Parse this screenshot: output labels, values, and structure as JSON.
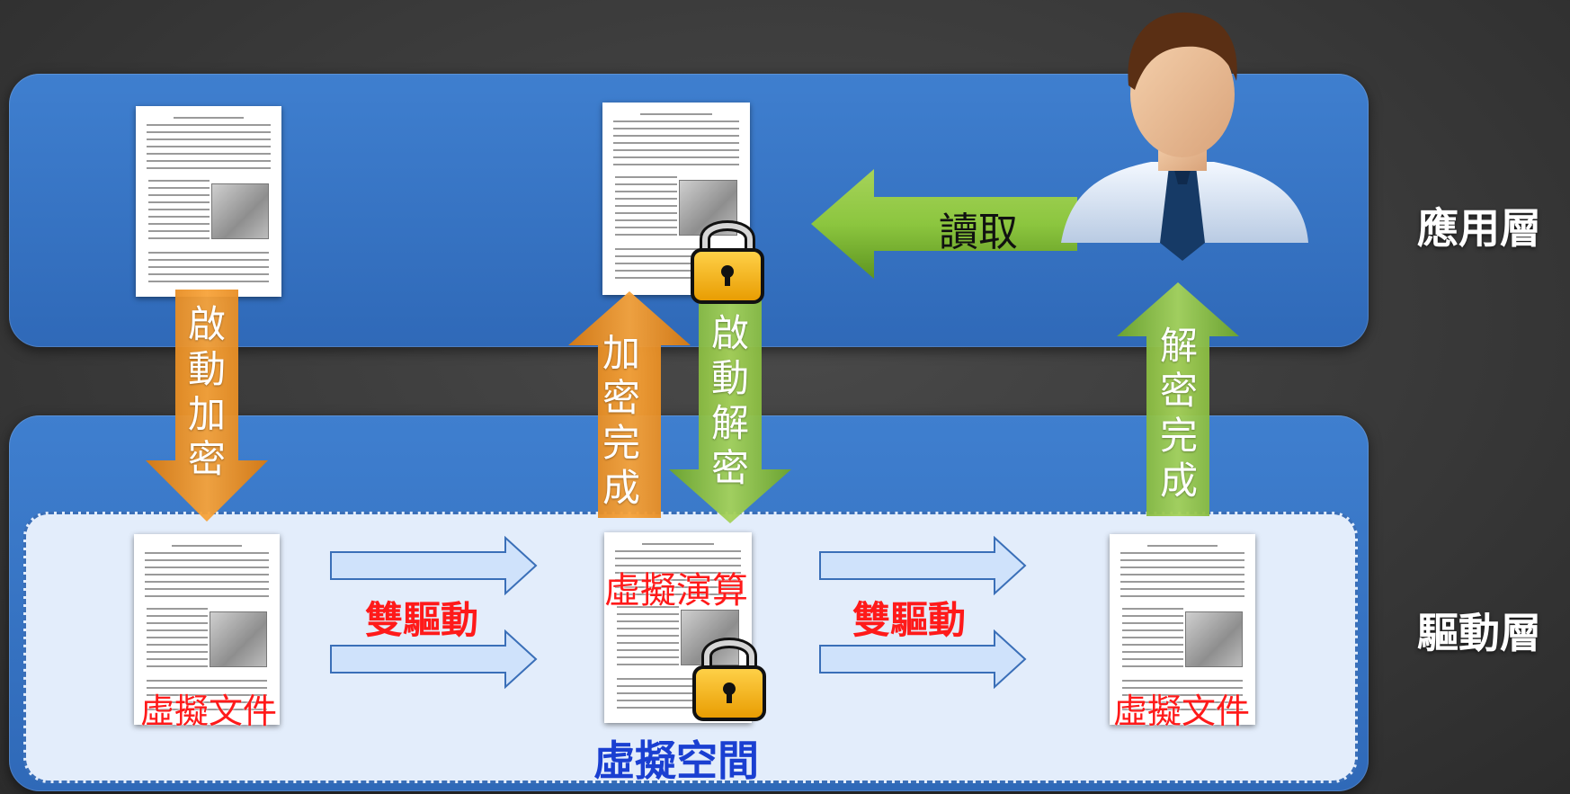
{
  "layers": {
    "app_label": "應用層",
    "driver_label": "驅動層"
  },
  "arrows": {
    "start_encrypt": "啟動加密",
    "encrypt_done": "加密完成",
    "start_decrypt": "啟動解密",
    "decrypt_done": "解密完成",
    "read": "讀取",
    "dual_drive_left": "雙驅動",
    "dual_drive_right": "雙驅動"
  },
  "labels": {
    "virtual_file_left": "虛擬文件",
    "virtual_compute": "虛擬演算",
    "virtual_file_right": "虛擬文件",
    "virtual_space": "虛擬空間"
  },
  "colors": {
    "panel_blue": "#3a78c9",
    "inner_fill": "#e3edfb",
    "orange_arrow": "#f0921e",
    "green_arrow": "#8cc63f",
    "red_text": "#ff1a1a",
    "blue_text": "#1a3fd1"
  },
  "icons": [
    "document-icon",
    "lock-icon",
    "user-avatar-icon",
    "arrow-icon"
  ]
}
